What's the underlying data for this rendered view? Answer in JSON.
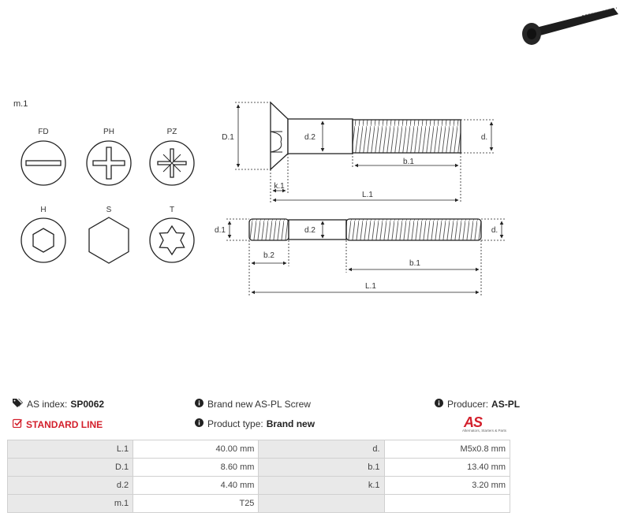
{
  "drawing": {
    "label_m1": "m.1",
    "head_types": [
      {
        "label": "FD",
        "icon": "slotted-drive-icon"
      },
      {
        "label": "PH",
        "icon": "phillips-drive-icon"
      },
      {
        "label": "PZ",
        "icon": "pozidriv-drive-icon"
      },
      {
        "label": "H",
        "icon": "hex-socket-drive-icon"
      },
      {
        "label": "S",
        "icon": "hex-head-icon"
      },
      {
        "label": "T",
        "icon": "torx-drive-icon"
      }
    ],
    "screw_top": {
      "D1": "D.1",
      "d2": "d.2",
      "d": "d.",
      "b1": "b.1",
      "k1": "k.1",
      "L1": "L.1"
    },
    "screw_bottom": {
      "d1": "d.1",
      "d2": "d.2",
      "d": "d.",
      "b2": "b.2",
      "b1": "b.1",
      "L1": "L.1"
    }
  },
  "info": {
    "as_index_label": "AS index:",
    "as_index_value": "SP0062",
    "standard_line": "STANDARD LINE",
    "description": "Brand new AS-PL Screw",
    "product_type_label": "Product type:",
    "product_type_value": "Brand new",
    "producer_label": "Producer:",
    "producer_value": "AS-PL",
    "logo_text": "AS",
    "logo_tagline": "Alternators, Starters & Parts",
    "accent_color": "#d31f2b"
  },
  "specs": [
    {
      "label1": "L.1",
      "value1": "40.00 mm",
      "label2": "d.",
      "value2": "M5x0.8 mm"
    },
    {
      "label1": "D.1",
      "value1": "8.60 mm",
      "label2": "b.1",
      "value2": "13.40 mm"
    },
    {
      "label1": "d.2",
      "value1": "4.40 mm",
      "label2": "k.1",
      "value2": "3.20 mm"
    },
    {
      "label1": "m.1",
      "value1": "T25",
      "label2": "",
      "value2": ""
    }
  ]
}
